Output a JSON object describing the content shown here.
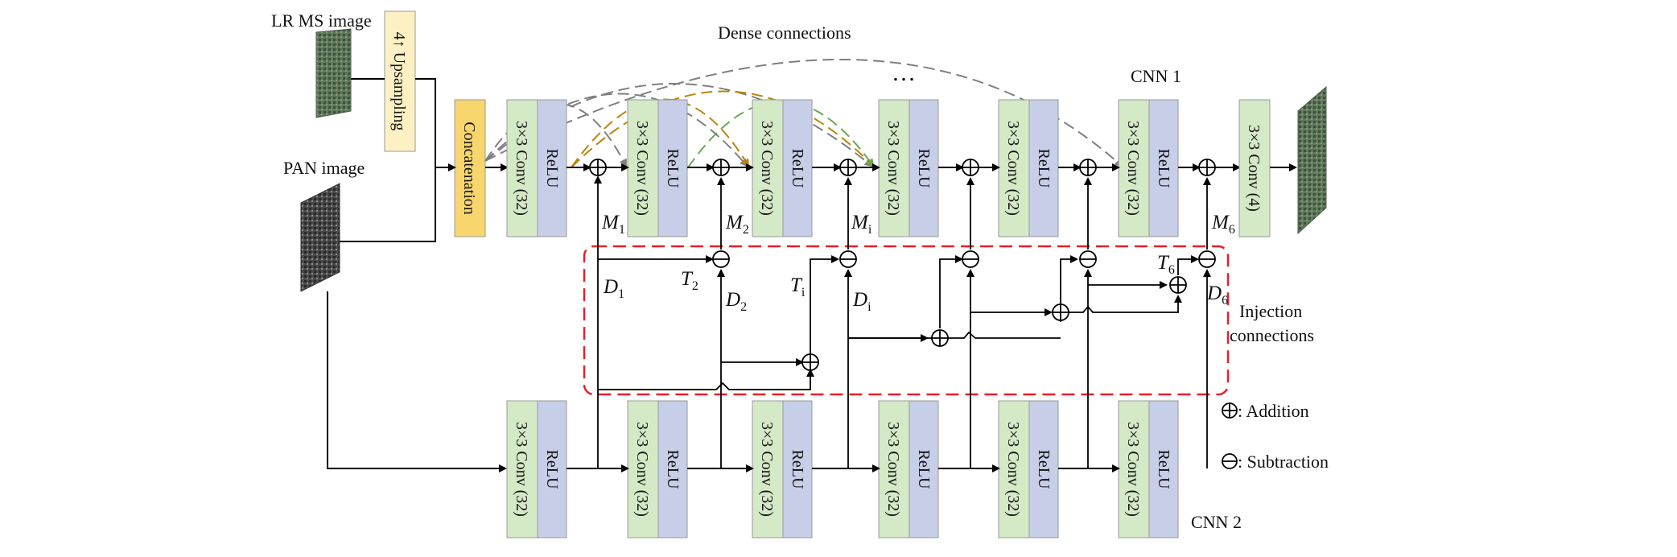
{
  "inputs": {
    "lr_ms": "LR MS image",
    "pan": "PAN image"
  },
  "upsampling": "4↑ Upsampling",
  "concatenation": "Concatenation",
  "cnn1": {
    "title": "CNN 1",
    "conv": "3×3 Conv (32)",
    "relu": "ReLU",
    "final_conv": "3×3 Conv (4)",
    "ellipsis": "…"
  },
  "cnn2": {
    "title": "CNN 2",
    "conv": "3×3 Conv (32)",
    "relu": "ReLU"
  },
  "dense_label": "Dense connections",
  "injection_label": [
    "Injection",
    "connections"
  ],
  "math": {
    "M": [
      {
        "b": "M",
        "s": "1"
      },
      {
        "b": "M",
        "s": "2"
      },
      {
        "b": "M",
        "s": "i"
      },
      {
        "b": "M",
        "s": "6"
      }
    ],
    "D": [
      {
        "b": "D",
        "s": "1"
      },
      {
        "b": "D",
        "s": "2"
      },
      {
        "b": "D",
        "s": "i"
      },
      {
        "b": "D",
        "s": "6"
      }
    ],
    "T": [
      {
        "b": "T",
        "s": "2"
      },
      {
        "b": "T",
        "s": "i"
      },
      {
        "b": "T",
        "s": "6"
      }
    ]
  },
  "legend": {
    "addition": ": Addition",
    "subtraction": ": Subtraction"
  },
  "colors": {
    "conv_fill": "#d4e9c6",
    "relu_fill": "#c7cee8",
    "concat_fill": "#f8d66e",
    "upsample_fill": "#fdf1c4",
    "dense_gray": "#7f7f7f",
    "dense_gold": "#b8860b",
    "dense_green": "#6aa84f",
    "injection_border": "#e8202a"
  }
}
